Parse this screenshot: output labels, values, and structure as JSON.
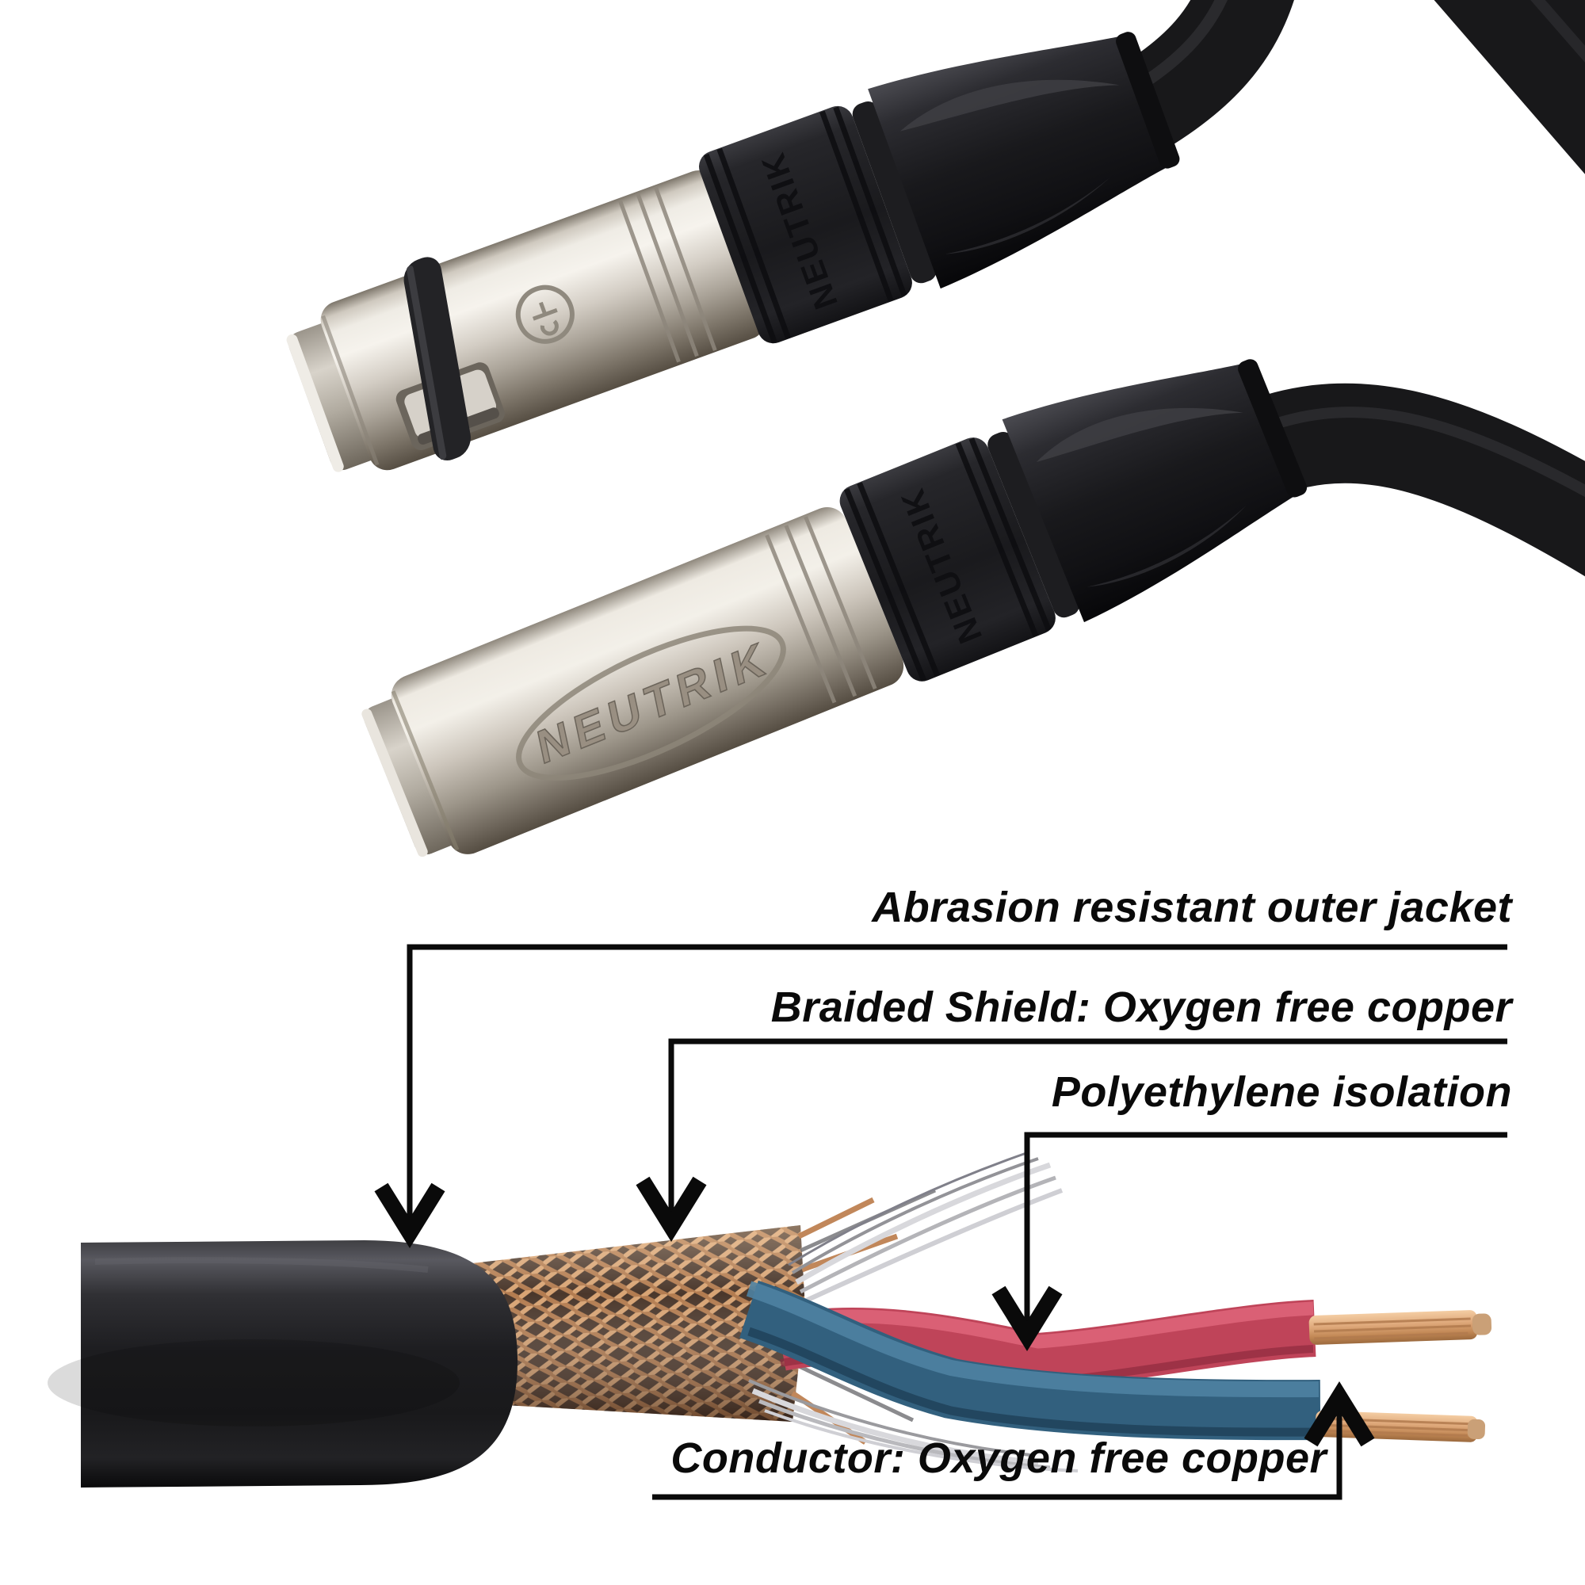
{
  "brand": {
    "name": "NEUTRIK"
  },
  "callouts": {
    "outer_jacket": "Abrasion resistant outer jacket",
    "braided_shield": "Braided Shield: Oxygen free copper",
    "polyethylene": "Polyethylene isolation",
    "conductor": "Conductor: Oxygen free copper"
  },
  "colors": {
    "background": "#ffffff",
    "callout_line": "#0a0a0a",
    "label_text": "#0a0a0a",
    "nickel_barrel": "#cfc9c0",
    "black_housing": "#1b1b1d",
    "copper_braid": "#c08a5c",
    "copper_conductor": "#dca476",
    "red_wire": "#bf4459",
    "blue_wire": "#32607e"
  }
}
